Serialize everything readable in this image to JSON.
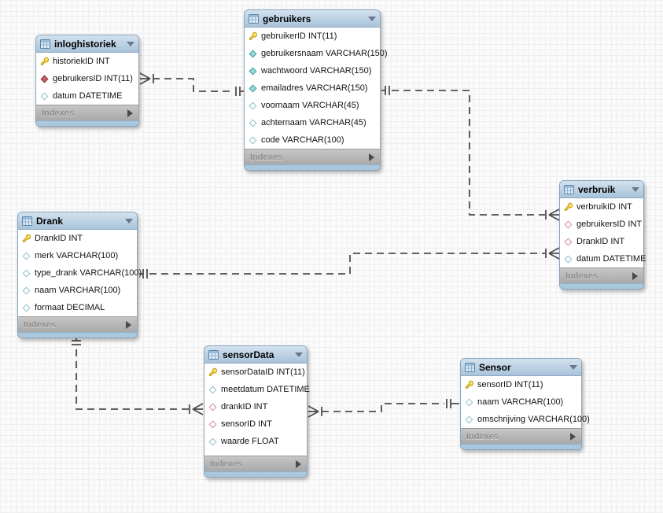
{
  "diagram": {
    "kind": "EER database model",
    "footer_label": "Indexes",
    "colors": {
      "header_blue": "#b4cfe3",
      "footer_gray": "#b5b5b5",
      "bottom_strip_blue": "#a9c7dd",
      "connector": "#4d4d4d",
      "pk_key_yellow": "#f5d442",
      "fk_red": "#c4606a",
      "notnull_cyan": "#9bd7d7"
    }
  },
  "tables": [
    {
      "name": "inloghistoriek",
      "footer": "Indexes",
      "columns": [
        {
          "label": "historiekID INT",
          "icon": "primary-key-icon"
        },
        {
          "label": "gebruikersID INT(11)",
          "icon": "fk-required-icon"
        },
        {
          "label": "datum DATETIME",
          "icon": "nullable-icon"
        }
      ]
    },
    {
      "name": "gebruikers",
      "footer": "Indexes",
      "columns": [
        {
          "label": "gebruikerID INT(11)",
          "icon": "primary-key-icon"
        },
        {
          "label": "gebruikersnaam VARCHAR(150)",
          "icon": "not-null-icon"
        },
        {
          "label": "wachtwoord VARCHAR(150)",
          "icon": "not-null-icon"
        },
        {
          "label": "emailadres VARCHAR(150)",
          "icon": "not-null-icon"
        },
        {
          "label": "voornaam VARCHAR(45)",
          "icon": "nullable-icon"
        },
        {
          "label": "achternaam VARCHAR(45)",
          "icon": "nullable-icon"
        },
        {
          "label": "code VARCHAR(100)",
          "icon": "nullable-icon"
        }
      ]
    },
    {
      "name": "verbruik",
      "footer": "Indexes",
      "columns": [
        {
          "label": "verbruikID INT",
          "icon": "primary-key-icon"
        },
        {
          "label": "gebruikersID INT",
          "icon": "fk-icon"
        },
        {
          "label": "DrankID INT",
          "icon": "fk-icon"
        },
        {
          "label": "datum DATETIME",
          "icon": "nullable-icon"
        }
      ]
    },
    {
      "name": "Drank",
      "footer": "Indexes",
      "columns": [
        {
          "label": "DrankID INT",
          "icon": "primary-key-icon"
        },
        {
          "label": "merk VARCHAR(100)",
          "icon": "nullable-icon"
        },
        {
          "label": "type_drank VARCHAR(100)",
          "icon": "nullable-icon"
        },
        {
          "label": "naam VARCHAR(100)",
          "icon": "nullable-icon"
        },
        {
          "label": "formaat DECIMAL",
          "icon": "nullable-icon"
        }
      ]
    },
    {
      "name": "sensorData",
      "footer": "Indexes",
      "columns": [
        {
          "label": "sensorDataID INT(11)",
          "icon": "primary-key-icon"
        },
        {
          "label": "meetdatum DATETIME",
          "icon": "nullable-icon"
        },
        {
          "label": "drankID INT",
          "icon": "fk-icon"
        },
        {
          "label": "sensorID INT",
          "icon": "fk-icon"
        },
        {
          "label": "waarde FLOAT",
          "icon": "nullable-icon"
        }
      ]
    },
    {
      "name": "Sensor",
      "footer": "Indexes",
      "columns": [
        {
          "label": "sensorID INT(11)",
          "icon": "primary-key-icon"
        },
        {
          "label": "naam VARCHAR(100)",
          "icon": "nullable-icon"
        },
        {
          "label": "omschrijving VARCHAR(100)",
          "icon": "nullable-icon"
        }
      ]
    }
  ],
  "relationships": [
    {
      "from": "inloghistoriek",
      "to": "gebruikers",
      "cardinality": "many-to-one",
      "style": "dashed"
    },
    {
      "from": "verbruik",
      "to": "gebruikers",
      "cardinality": "many-to-one",
      "style": "dashed"
    },
    {
      "from": "verbruik",
      "to": "Drank",
      "cardinality": "many-to-one",
      "style": "dashed"
    },
    {
      "from": "sensorData",
      "to": "Drank",
      "cardinality": "many-to-one",
      "style": "dashed"
    },
    {
      "from": "sensorData",
      "to": "Sensor",
      "cardinality": "many-to-one",
      "style": "dashed"
    }
  ]
}
